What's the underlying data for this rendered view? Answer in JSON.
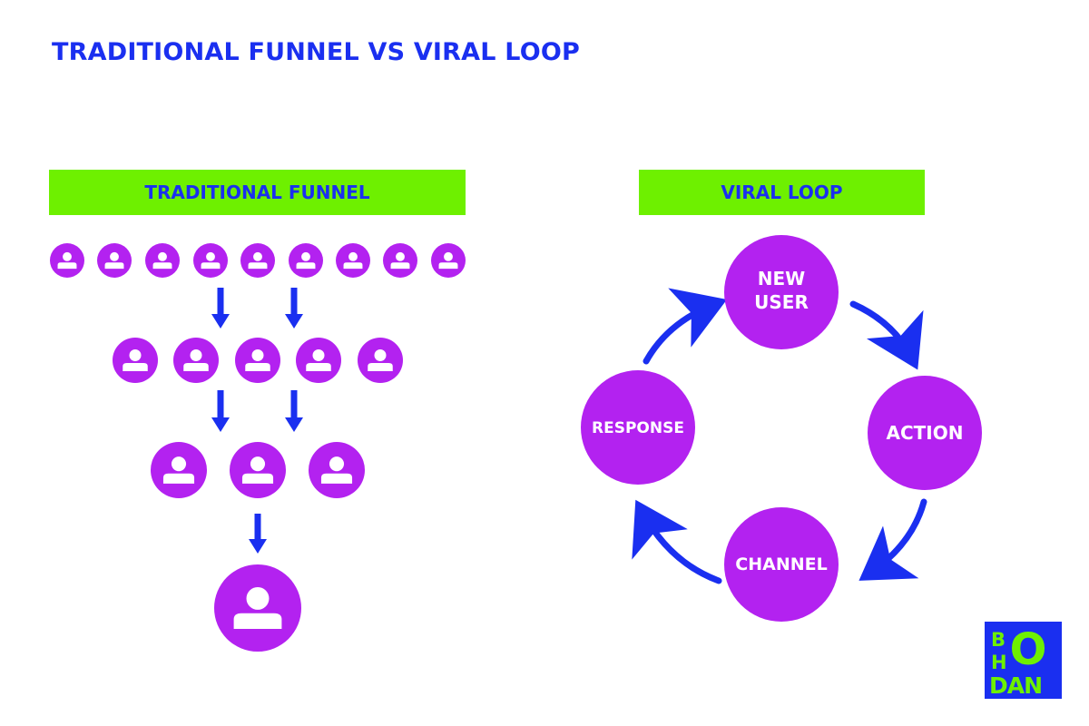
{
  "title": "TRADITIONAL FUNNEL VS VIRAL LOOP",
  "funnel": {
    "label": "TRADITIONAL FUNNEL",
    "tiers": [
      9,
      5,
      3,
      1
    ]
  },
  "loop": {
    "label": "VIRAL LOOP",
    "nodes": [
      {
        "lines": [
          "NEW",
          "USER"
        ]
      },
      {
        "lines": [
          "ACTION"
        ]
      },
      {
        "lines": [
          "CHANNEL"
        ]
      },
      {
        "lines": [
          "RESPONSE"
        ]
      }
    ]
  },
  "logo": {
    "letters": [
      "B",
      "H",
      "O",
      "DAN"
    ]
  },
  "colors": {
    "accent_blue": "#1a2ff0",
    "purple": "#b322f0",
    "green": "#6ef000",
    "white": "#ffffff"
  },
  "icons": {
    "person": "person-icon",
    "arrow": "arrow-down-icon"
  }
}
